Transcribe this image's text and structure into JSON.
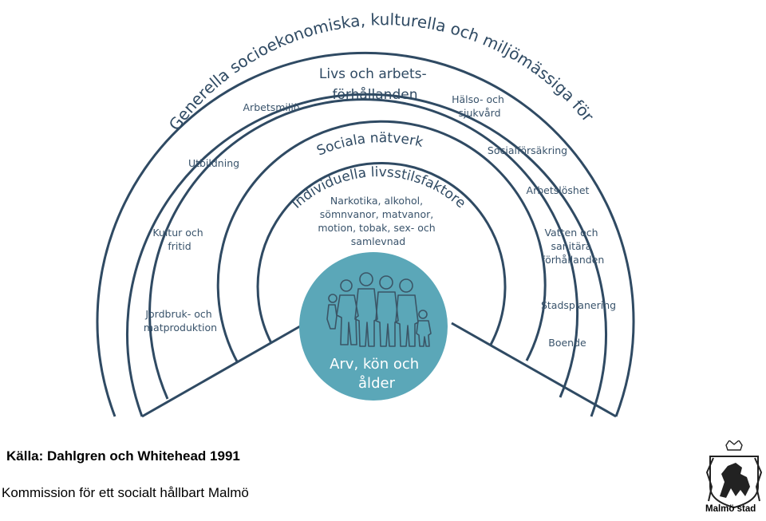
{
  "diagram": {
    "outer_arc_title": "Generella socioekonomiska, kulturella och miljömässiga förutsättningar",
    "living_title": [
      "Livs och arbets-",
      "förhållanden"
    ],
    "network_title": "Sociala nätverk",
    "lifestyle_title": "Individuella livsstilsfaktorer",
    "lifestyle_items": [
      "Narkotika, alkohol,",
      "sömnvanor, matvanor,",
      "motion, tobak, sex- och",
      "samlevnad"
    ],
    "center_label": [
      "Arv, kön och",
      "ålder"
    ],
    "factors": {
      "arbetsmiljo": "Arbetsmiljö",
      "halso": [
        "Hälso- och",
        "sjukvård"
      ],
      "utbildning": "Utbildning",
      "socialforsakring": "Socialförsäkring",
      "arbetsloshet": "Arbetslöshet",
      "kultur": [
        "Kultur och",
        "fritid"
      ],
      "vatten": [
        "Vatten och",
        "sanitära",
        "förhållanden"
      ],
      "jordbruk": [
        "Jordbruk- och",
        "matproduktion"
      ],
      "stadsplanering": "Stadsplanering",
      "boende": "Boende"
    },
    "colors": {
      "ring": "#2f4a63",
      "center": "#5ba7b8",
      "text": "#39536b"
    }
  },
  "footer": {
    "source": "Källa: Dahlgren och Whitehead 1991",
    "commission": "Kommission för ett socialt hållbart Malmö"
  },
  "logo": {
    "name": "Malmö stad",
    "icon": "malmo-griffin-crest-icon"
  }
}
